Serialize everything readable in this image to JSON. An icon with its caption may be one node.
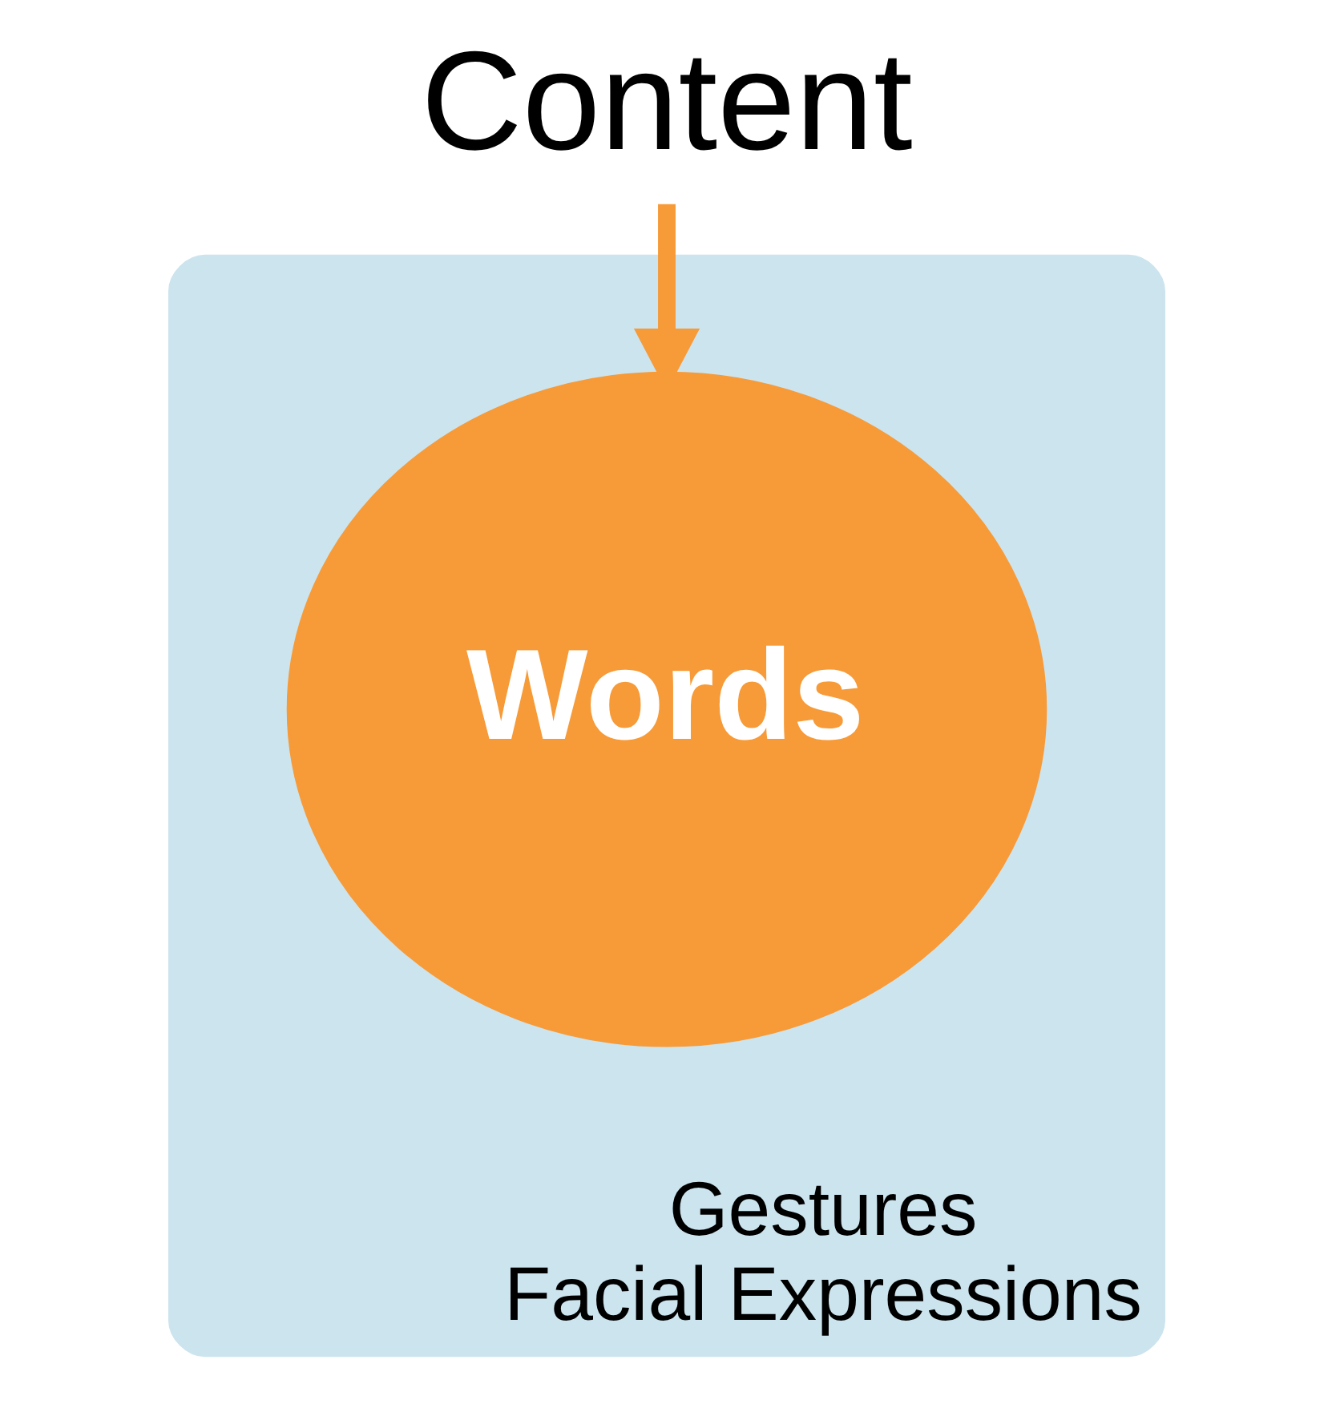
{
  "diagram": {
    "nodes": [
      {
        "text": [
          "Content"
        ]
      },
      {
        "text": [
          "Gestures",
          "Facial Expressions"
        ]
      },
      {
        "text": [
          "Words"
        ],
        "in": 1
      }
    ],
    "edges": [
      {
        "from": 0,
        "to": 2,
        "arrow": "to",
        "color": "#f79a38"
      }
    ]
  }
}
